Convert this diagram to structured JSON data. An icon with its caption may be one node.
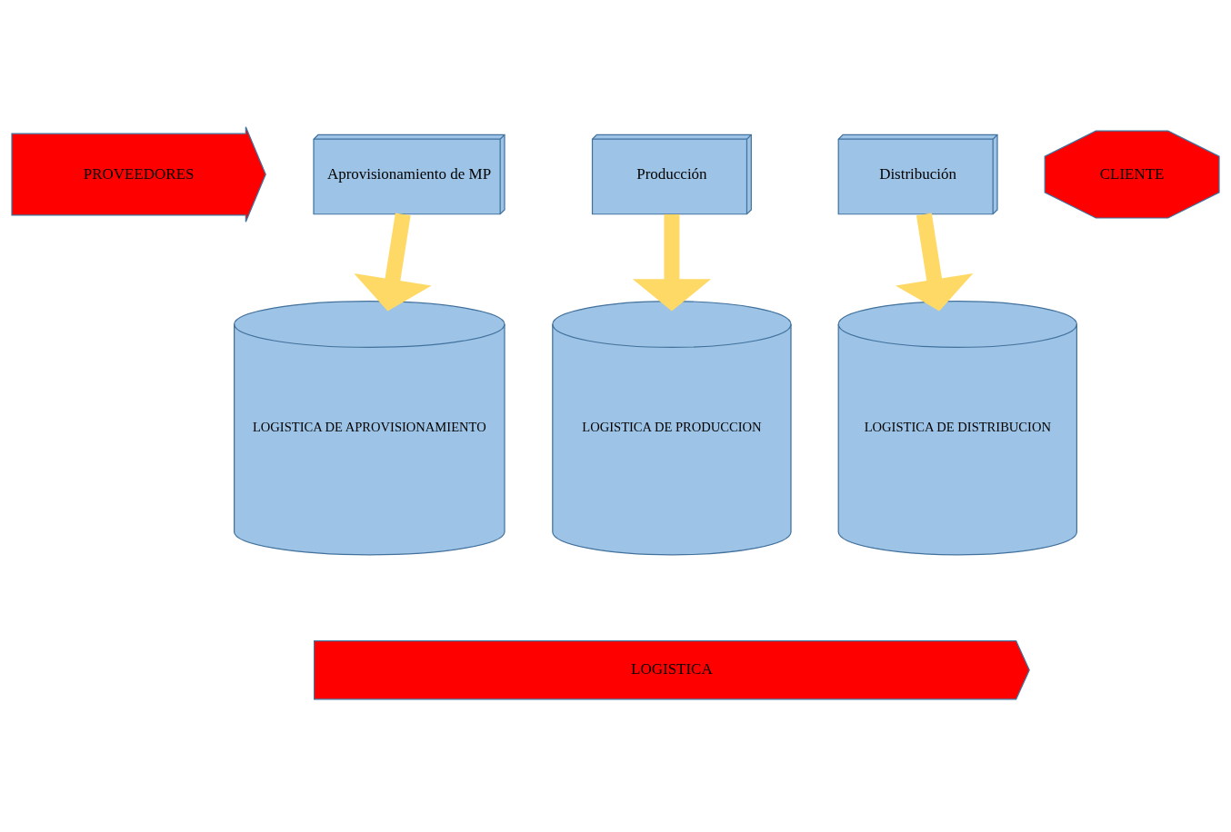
{
  "diagram": {
    "nodes": [
      {
        "text": [
          "PROVEEDORES"
        ]
      },
      {
        "text": [
          "Aprovisionamiento de MP"
        ]
      },
      {
        "text": [
          "Producción"
        ]
      },
      {
        "text": [
          "Distribución"
        ]
      },
      {
        "text": [
          "CLIENTE"
        ]
      },
      {
        "text": [
          "LOGISTICA DE APROVISIONAMIENTO"
        ]
      },
      {
        "text": [
          "LOGISTICA DE PRODUCCION"
        ]
      },
      {
        "text": [
          "LOGISTICA DE DISTRIBUCION"
        ]
      },
      {
        "text": [
          "LOGISTICA"
        ]
      }
    ],
    "edges": [
      {
        "from": 1,
        "to": 5,
        "arrow": "to"
      },
      {
        "from": 2,
        "to": 6,
        "arrow": "to"
      },
      {
        "from": 3,
        "to": 7,
        "arrow": "to"
      }
    ]
  }
}
